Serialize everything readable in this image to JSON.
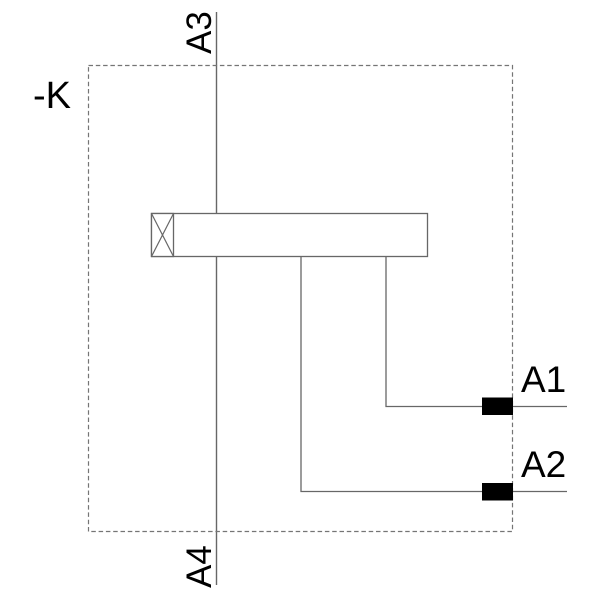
{
  "schematic": {
    "device_label": "-K",
    "terminals": {
      "a1": "A1",
      "a2": "A2",
      "a3": "A3",
      "a4": "A4"
    },
    "colors": {
      "background": "#ffffff",
      "line": "#676767",
      "dashed_border": "#757575",
      "coil_fill": "#ffffff",
      "terminal_fill": "#000000",
      "text": "#000000"
    }
  }
}
